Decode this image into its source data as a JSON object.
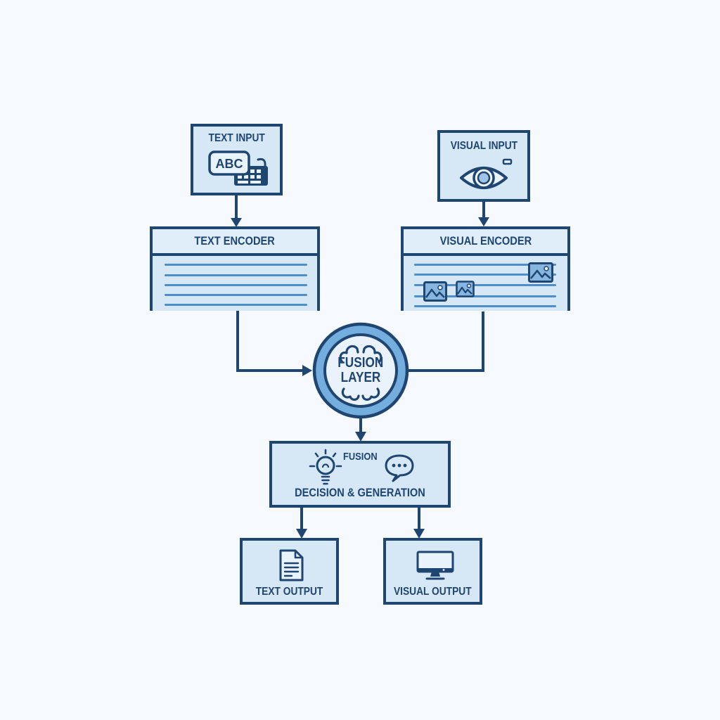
{
  "colors": {
    "background": "#f6f9fd",
    "border": "#1f4571",
    "box_fill": "#d6e7f5",
    "header_fill": "#e0eef9",
    "ring_fill": "#74aede",
    "ring_inner": "#eaf3fb",
    "line_blue": "#4d8ec9",
    "thumb_fill": "#85b5e0"
  },
  "nodes": {
    "text_input": {
      "label": "TEXT INPUT",
      "icon": "abc-keyboard-icon",
      "icon_text": "ABC"
    },
    "visual_input": {
      "label": "VISUAL INPUT",
      "icon": "eye-icon"
    },
    "text_encoder": {
      "label": "TEXT ENCODER",
      "icon": "text-lines"
    },
    "visual_encoder": {
      "label": "VISUAL ENCODER",
      "icon": "image-thumbnails"
    },
    "fusion_layer": {
      "line1": "FUSION",
      "line2": "LAYER",
      "icon": "brain-icon"
    },
    "decision": {
      "top_label": "FUSION",
      "bottom_label": "DECISION & GENERATION",
      "icons": [
        "lightbulb-icon",
        "speech-bubble-icon"
      ]
    },
    "text_output": {
      "label": "TEXT OUTPUT",
      "icon": "document-icon"
    },
    "visual_output": {
      "label": "VISUAL OUTPUT",
      "icon": "monitor-icon"
    }
  },
  "edges": [
    "text_input -> text_encoder",
    "visual_input -> visual_encoder",
    "text_encoder -> fusion_layer",
    "visual_encoder -> fusion_layer",
    "fusion_layer -> decision",
    "decision -> text_output",
    "decision -> visual_output"
  ]
}
